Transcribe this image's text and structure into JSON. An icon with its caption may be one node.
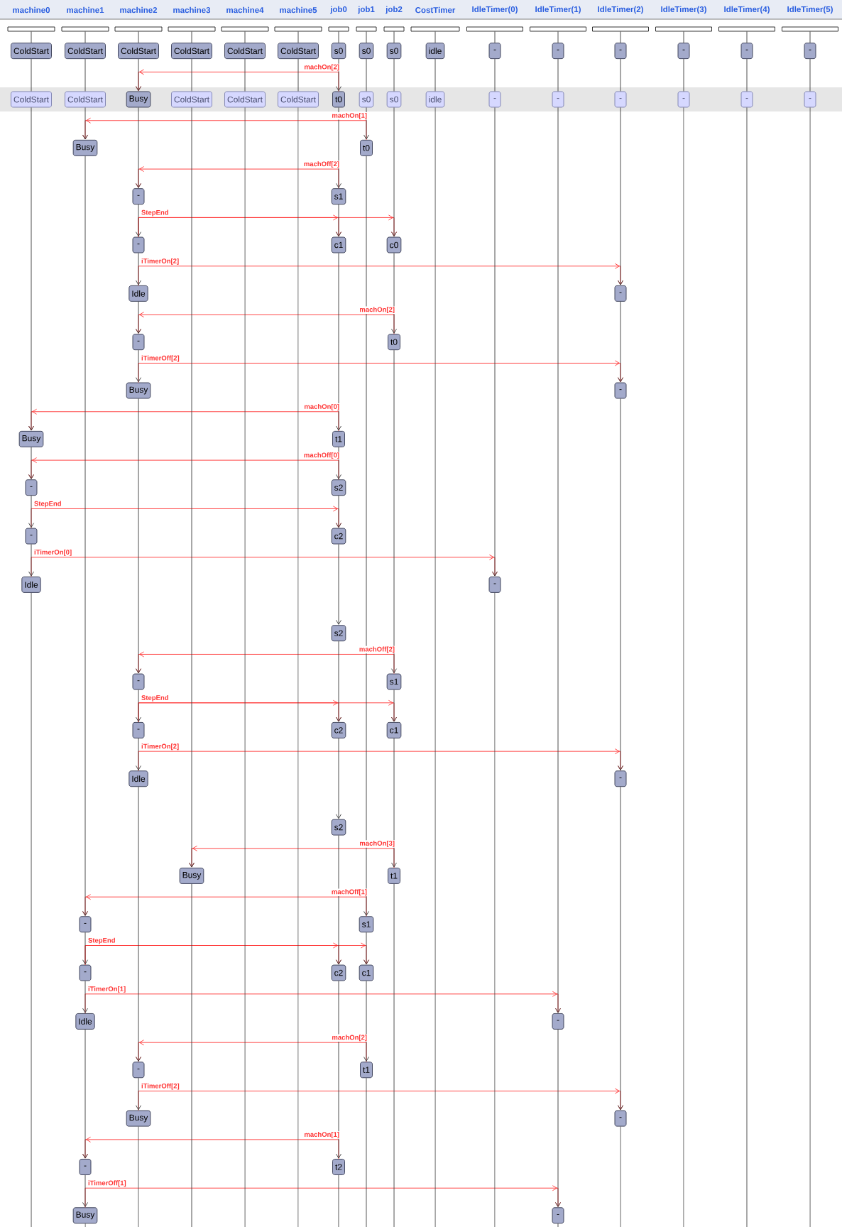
{
  "diagram": {
    "nodes": [
      {
        "text": [
          "machine0"
        ]
      },
      {
        "text": [
          "machine1"
        ]
      },
      {
        "text": [
          "machine2"
        ]
      },
      {
        "text": [
          "machine3"
        ]
      },
      {
        "text": [
          "machine4"
        ]
      },
      {
        "text": [
          "machine5"
        ]
      },
      {
        "text": [
          "job0"
        ]
      },
      {
        "text": [
          "job1"
        ]
      },
      {
        "text": [
          "job2"
        ]
      },
      {
        "text": [
          "CostTimer"
        ]
      },
      {
        "text": [
          "IdleTimer(0)"
        ]
      },
      {
        "text": [
          "IdleTimer(1)"
        ]
      },
      {
        "text": [
          "IdleTimer(2)"
        ]
      },
      {
        "text": [
          "IdleTimer(3)"
        ]
      },
      {
        "text": [
          "IdleTimer(4)"
        ]
      },
      {
        "text": [
          "IdleTimer(5)"
        ]
      },
      {
        "text": [
          "ColdStart"
        ]
      },
      {
        "text": [
          "ColdStart"
        ]
      },
      {
        "text": [
          "ColdStart"
        ]
      },
      {
        "text": [
          "ColdStart"
        ]
      },
      {
        "text": [
          "ColdStart"
        ]
      },
      {
        "text": [
          "ColdStart"
        ]
      },
      {
        "text": [
          "s0"
        ]
      },
      {
        "text": [
          "s0"
        ]
      },
      {
        "text": [
          "s0"
        ]
      },
      {
        "text": [
          "idle"
        ]
      },
      {
        "text": [
          "-"
        ]
      },
      {
        "text": [
          "-"
        ]
      },
      {
        "text": [
          "-"
        ]
      },
      {
        "text": [
          "-"
        ]
      },
      {
        "text": [
          "-"
        ]
      },
      {
        "text": [
          "-"
        ]
      },
      {
        "text": [
          "ColdStart"
        ]
      },
      {
        "text": [
          "ColdStart"
        ]
      },
      {
        "text": [
          "Busy"
        ]
      },
      {
        "text": [
          "ColdStart"
        ]
      },
      {
        "text": [
          "ColdStart"
        ]
      },
      {
        "text": [
          "ColdStart"
        ]
      },
      {
        "text": [
          "t0"
        ]
      },
      {
        "text": [
          "s0"
        ]
      },
      {
        "text": [
          "s0"
        ]
      },
      {
        "text": [
          "idle"
        ]
      },
      {
        "text": [
          "-"
        ]
      },
      {
        "text": [
          "-"
        ]
      },
      {
        "text": [
          "-"
        ]
      },
      {
        "text": [
          "-"
        ]
      },
      {
        "text": [
          "-"
        ]
      },
      {
        "text": [
          "-"
        ]
      },
      {
        "text": [
          "Busy"
        ]
      },
      {
        "text": [
          "t0"
        ]
      },
      {
        "text": [
          "-"
        ]
      },
      {
        "text": [
          "s1"
        ]
      },
      {
        "text": [
          "-"
        ]
      },
      {
        "text": [
          "c1"
        ]
      },
      {
        "text": [
          "c0"
        ]
      },
      {
        "text": [
          "Idle"
        ]
      },
      {
        "text": [
          "-"
        ]
      },
      {
        "text": [
          "-"
        ]
      },
      {
        "text": [
          "t0"
        ]
      },
      {
        "text": [
          "Busy"
        ]
      },
      {
        "text": [
          "-"
        ]
      },
      {
        "text": [
          "Busy"
        ]
      },
      {
        "text": [
          "t1"
        ]
      },
      {
        "text": [
          "-"
        ]
      },
      {
        "text": [
          "s2"
        ]
      },
      {
        "text": [
          "-"
        ]
      },
      {
        "text": [
          "c2"
        ]
      },
      {
        "text": [
          "Idle"
        ]
      },
      {
        "text": [
          "-"
        ]
      },
      {
        "text": [
          "s2"
        ]
      },
      {
        "text": [
          "-"
        ]
      },
      {
        "text": [
          "s1"
        ]
      },
      {
        "text": [
          "-"
        ]
      },
      {
        "text": [
          "c2"
        ]
      },
      {
        "text": [
          "c1"
        ]
      },
      {
        "text": [
          "Idle"
        ]
      },
      {
        "text": [
          "-"
        ]
      },
      {
        "text": [
          "s2"
        ]
      },
      {
        "text": [
          "Busy"
        ]
      },
      {
        "text": [
          "t1"
        ]
      },
      {
        "text": [
          "-"
        ]
      },
      {
        "text": [
          "s1"
        ]
      },
      {
        "text": [
          "-"
        ]
      },
      {
        "text": [
          "c2"
        ]
      },
      {
        "text": [
          "c1"
        ]
      },
      {
        "text": [
          "Idle"
        ]
      },
      {
        "text": [
          "-"
        ]
      },
      {
        "text": [
          "-"
        ]
      },
      {
        "text": [
          "t1"
        ]
      },
      {
        "text": [
          "Busy"
        ]
      },
      {
        "text": [
          "-"
        ]
      },
      {
        "text": [
          "-"
        ]
      },
      {
        "text": [
          "t2"
        ]
      },
      {
        "text": [
          "Busy"
        ]
      },
      {
        "text": [
          "-"
        ]
      }
    ],
    "edges": [
      {
        "from": 0,
        "to": 16,
        "arrow": "none"
      },
      {
        "from": 16,
        "to": 32,
        "arrow": "none"
      },
      {
        "from": 32,
        "to": 61,
        "arrow": "to"
      },
      {
        "from": 61,
        "to": 63,
        "arrow": "to"
      },
      {
        "from": 63,
        "to": 65,
        "arrow": "to"
      },
      {
        "from": 65,
        "to": 67,
        "arrow": "to"
      },
      {
        "from": 67,
        "to": null,
        "arrow": "none"
      },
      {
        "from": 1,
        "to": 17,
        "arrow": "none"
      },
      {
        "from": 17,
        "to": 33,
        "arrow": "none"
      },
      {
        "from": 33,
        "to": 48,
        "arrow": "to"
      },
      {
        "from": 48,
        "to": 80,
        "arrow": "to"
      },
      {
        "from": 80,
        "to": 82,
        "arrow": "to"
      },
      {
        "from": 82,
        "to": 85,
        "arrow": "to"
      },
      {
        "from": 85,
        "to": 91,
        "arrow": "to"
      },
      {
        "from": 91,
        "to": 93,
        "arrow": "to"
      },
      {
        "from": 93,
        "to": null,
        "arrow": "none"
      },
      {
        "from": 2,
        "to": 18,
        "arrow": "none"
      },
      {
        "from": 18,
        "to": 34,
        "arrow": "to"
      },
      {
        "from": 34,
        "to": 50,
        "arrow": "to"
      },
      {
        "from": 50,
        "to": 52,
        "arrow": "to"
      },
      {
        "from": 52,
        "to": 55,
        "arrow": "to"
      },
      {
        "from": 55,
        "to": 57,
        "arrow": "to"
      },
      {
        "from": 57,
        "to": 59,
        "arrow": "to"
      },
      {
        "from": 59,
        "to": 70,
        "arrow": "to"
      },
      {
        "from": 70,
        "to": 72,
        "arrow": "to"
      },
      {
        "from": 72,
        "to": 75,
        "arrow": "to"
      },
      {
        "from": 75,
        "to": 87,
        "arrow": "to"
      },
      {
        "from": 87,
        "to": 89,
        "arrow": "to"
      },
      {
        "from": 89,
        "to": null,
        "arrow": "none"
      },
      {
        "from": 3,
        "to": 19,
        "arrow": "none"
      },
      {
        "from": 19,
        "to": 35,
        "arrow": "none"
      },
      {
        "from": 35,
        "to": 78,
        "arrow": "to"
      },
      {
        "from": 78,
        "to": null,
        "arrow": "none"
      },
      {
        "from": 4,
        "to": 20,
        "arrow": "none"
      },
      {
        "from": 20,
        "to": 36,
        "arrow": "none"
      },
      {
        "from": 36,
        "to": null,
        "arrow": "none"
      },
      {
        "from": 5,
        "to": 21,
        "arrow": "none"
      },
      {
        "from": 21,
        "to": 37,
        "arrow": "none"
      },
      {
        "from": 37,
        "to": null,
        "arrow": "none"
      },
      {
        "from": 6,
        "to": 22,
        "arrow": "none"
      },
      {
        "from": 22,
        "to": 38,
        "arrow": "to"
      },
      {
        "from": 38,
        "to": 51,
        "arrow": "to"
      },
      {
        "from": 51,
        "to": 53,
        "arrow": "to"
      },
      {
        "from": 53,
        "to": 62,
        "arrow": "to"
      },
      {
        "from": 62,
        "to": 64,
        "arrow": "to"
      },
      {
        "from": 64,
        "to": 66,
        "arrow": "to"
      },
      {
        "from": 66,
        "to": 69,
        "arrow": "to"
      },
      {
        "from": 69,
        "to": 73,
        "arrow": "to"
      },
      {
        "from": 73,
        "to": 77,
        "arrow": "to"
      },
      {
        "from": 77,
        "to": 83,
        "arrow": "to"
      },
      {
        "from": 83,
        "to": 92,
        "arrow": "to"
      },
      {
        "from": 92,
        "to": null,
        "arrow": "none"
      },
      {
        "from": 7,
        "to": 23,
        "arrow": "none"
      },
      {
        "from": 23,
        "to": 39,
        "arrow": "none"
      },
      {
        "from": 39,
        "to": 49,
        "arrow": "to"
      },
      {
        "from": 49,
        "to": 81,
        "arrow": "to"
      },
      {
        "from": 81,
        "to": 84,
        "arrow": "to"
      },
      {
        "from": 84,
        "to": 88,
        "arrow": "to"
      },
      {
        "from": 88,
        "to": null,
        "arrow": "none"
      },
      {
        "from": 8,
        "to": 24,
        "arrow": "none"
      },
      {
        "from": 24,
        "to": 40,
        "arrow": "none"
      },
      {
        "from": 40,
        "to": 54,
        "arrow": "to"
      },
      {
        "from": 54,
        "to": 58,
        "arrow": "to"
      },
      {
        "from": 58,
        "to": 71,
        "arrow": "to"
      },
      {
        "from": 71,
        "to": 74,
        "arrow": "to"
      },
      {
        "from": 74,
        "to": 79,
        "arrow": "to"
      },
      {
        "from": 79,
        "to": null,
        "arrow": "none"
      },
      {
        "from": 9,
        "to": 25,
        "arrow": "none"
      },
      {
        "from": 25,
        "to": 41,
        "arrow": "none"
      },
      {
        "from": 41,
        "to": null,
        "arrow": "none"
      },
      {
        "from": 10,
        "to": 26,
        "arrow": "none"
      },
      {
        "from": 26,
        "to": 42,
        "arrow": "none"
      },
      {
        "from": 42,
        "to": 68,
        "arrow": "to"
      },
      {
        "from": 68,
        "to": null,
        "arrow": "none"
      },
      {
        "from": 11,
        "to": 27,
        "arrow": "none"
      },
      {
        "from": 27,
        "to": 43,
        "arrow": "none"
      },
      {
        "from": 43,
        "to": 86,
        "arrow": "to"
      },
      {
        "from": 86,
        "to": 94,
        "arrow": "to"
      },
      {
        "from": 94,
        "to": null,
        "arrow": "none"
      },
      {
        "from": 12,
        "to": 28,
        "arrow": "none"
      },
      {
        "from": 28,
        "to": 44,
        "arrow": "none"
      },
      {
        "from": 44,
        "to": 56,
        "arrow": "to"
      },
      {
        "from": 56,
        "to": 60,
        "arrow": "to"
      },
      {
        "from": 60,
        "to": 76,
        "arrow": "to"
      },
      {
        "from": 76,
        "to": 90,
        "arrow": "to"
      },
      {
        "from": 90,
        "to": null,
        "arrow": "none"
      },
      {
        "from": 13,
        "to": 29,
        "arrow": "none"
      },
      {
        "from": 29,
        "to": 45,
        "arrow": "none"
      },
      {
        "from": 45,
        "to": null,
        "arrow": "none"
      },
      {
        "from": 14,
        "to": 30,
        "arrow": "none"
      },
      {
        "from": 30,
        "to": 46,
        "arrow": "none"
      },
      {
        "from": 46,
        "to": null,
        "arrow": "none"
      },
      {
        "from": 15,
        "to": 31,
        "arrow": "none"
      },
      {
        "from": 31,
        "to": 47,
        "arrow": "none"
      },
      {
        "from": 47,
        "to": null,
        "arrow": "none"
      },
      {
        "from": 38,
        "to": 34,
        "arrow": "to",
        "label": "machOn[2]",
        "color": "#ff3333"
      },
      {
        "from": 49,
        "to": 48,
        "arrow": "to",
        "label": "machOn[1]",
        "color": "#ff3333"
      },
      {
        "from": 51,
        "to": 50,
        "arrow": "to",
        "label": "machOff[2]",
        "color": "#ff3333"
      },
      {
        "from": 52,
        "to": 53,
        "arrow": "to",
        "label": "StepEnd",
        "color": "#ff3333"
      },
      {
        "from": 52,
        "to": 54,
        "arrow": "to",
        "color": "#ff3333"
      },
      {
        "from": 55,
        "to": 56,
        "arrow": "to",
        "label": "iTimerOn[2]",
        "color": "#ff3333"
      },
      {
        "from": 58,
        "to": 57,
        "arrow": "to",
        "label": "machOn[2]",
        "color": "#ff3333"
      },
      {
        "from": 59,
        "to": 60,
        "arrow": "to",
        "label": "iTimerOff[2]",
        "color": "#ff3333"
      },
      {
        "from": 62,
        "to": 61,
        "arrow": "to",
        "label": "machOn[0]",
        "color": "#ff3333"
      },
      {
        "from": 64,
        "to": 63,
        "arrow": "to",
        "label": "machOff[0]",
        "color": "#ff3333"
      },
      {
        "from": 65,
        "to": 66,
        "arrow": "to",
        "label": "StepEnd",
        "color": "#ff3333"
      },
      {
        "from": 67,
        "to": 68,
        "arrow": "to",
        "label": "iTimerOn[0]",
        "color": "#ff3333"
      },
      {
        "from": 71,
        "to": 70,
        "arrow": "to",
        "label": "machOff[2]",
        "color": "#ff3333"
      },
      {
        "from": 72,
        "to": 73,
        "arrow": "to",
        "label": "StepEnd",
        "color": "#ff3333"
      },
      {
        "from": 72,
        "to": 74,
        "arrow": "to",
        "color": "#ff3333"
      },
      {
        "from": 75,
        "to": 76,
        "arrow": "to",
        "label": "iTimerOn[2]",
        "color": "#ff3333"
      },
      {
        "from": 79,
        "to": 78,
        "arrow": "to",
        "label": "machOn[3]",
        "color": "#ff3333"
      },
      {
        "from": 81,
        "to": 80,
        "arrow": "to",
        "label": "machOff[1]",
        "color": "#ff3333"
      },
      {
        "from": 82,
        "to": 83,
        "arrow": "to",
        "label": "StepEnd",
        "color": "#ff3333"
      },
      {
        "from": 82,
        "to": 84,
        "arrow": "to",
        "color": "#ff3333"
      },
      {
        "from": 85,
        "to": 86,
        "arrow": "to",
        "label": "iTimerOn[1]",
        "color": "#ff3333"
      },
      {
        "from": 88,
        "to": 87,
        "arrow": "to",
        "label": "machOn[2]",
        "color": "#ff3333"
      },
      {
        "from": 89,
        "to": 90,
        "arrow": "to",
        "label": "iTimerOff[2]",
        "color": "#ff3333"
      },
      {
        "from": 92,
        "to": 91,
        "arrow": "to",
        "label": "machOn[1]",
        "color": "#ff3333"
      },
      {
        "from": 93,
        "to": 94,
        "arrow": "to",
        "label": "iTimerOff[1]",
        "color": "#ff3333"
      }
    ]
  }
}
